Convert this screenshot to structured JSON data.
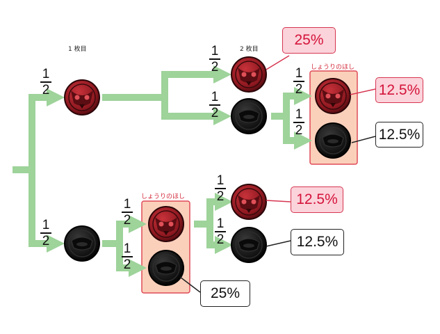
{
  "labels": {
    "first_draw": "1 枚目",
    "second_draw": "2 枚目",
    "win_star_top": "しょうりのほし",
    "win_star_bottom": "しょうりのほし"
  },
  "fraction": {
    "num": "1",
    "den": "2"
  },
  "callouts": {
    "top_red": "25%",
    "right_red": "12.5%",
    "right_black": "12.5%",
    "mid_red": "12.5%",
    "mid_black": "12.5%",
    "bottom_black": "25%"
  },
  "colors": {
    "branch": "#9ed39a",
    "highlight_fill": "#fbd0bb",
    "highlight_border": "#e04a58",
    "red_accent": "#d4143a",
    "coin_red": "#a01c24",
    "coin_black": "#151515"
  }
}
